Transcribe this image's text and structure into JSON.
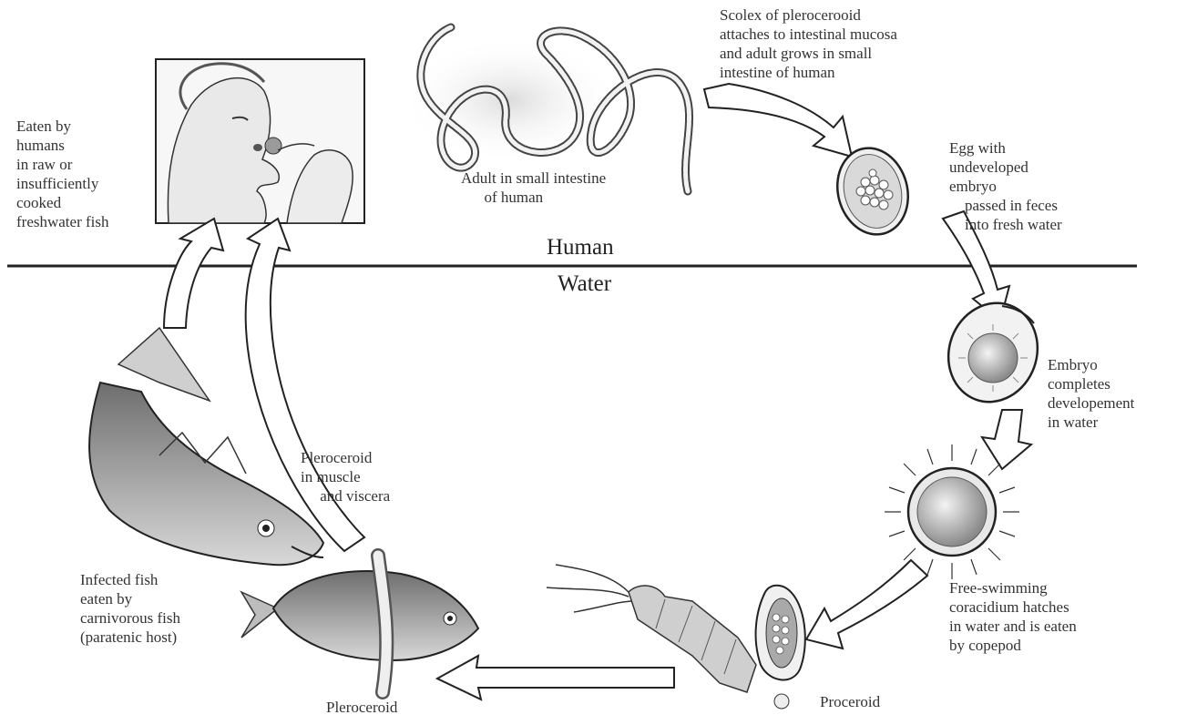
{
  "divider": {
    "top_label": "Human",
    "bottom_label": "Water"
  },
  "labels": {
    "scolex": "Scolex of plerocerooid\nattaches to intestinal mucosa\nand adult grows in small\nintestine of human",
    "adult": "Adult in small intestine\n      of human",
    "eaten_by_humans": "Eaten by\nhumans\nin raw or\ninsufficiently\ncooked\nfreshwater fish",
    "egg": "Egg with\nundeveloped\nembryo\n    passed in feces\n    into fresh water",
    "embryo": "Embryo\ncompletes\ndevelopement\nin water",
    "coracidium": "Free-swimming\ncoracidium hatches\nin water and is eaten\nby copepod",
    "proceroid": "Proceroid",
    "plerocercoid_bottom": "Pleroceroid",
    "infected_fish": "Infected fish\neaten by\ncarnivorous fish\n(paratenic host)",
    "plerocercoid_muscle": "Pleroceroid\nin muscle\n     and viscera"
  },
  "colors": {
    "ink": "#2a2a2a",
    "arrow_fill": "#ffffff",
    "fish_body": "#8c8c8c",
    "shade": "#cfcfcf"
  }
}
